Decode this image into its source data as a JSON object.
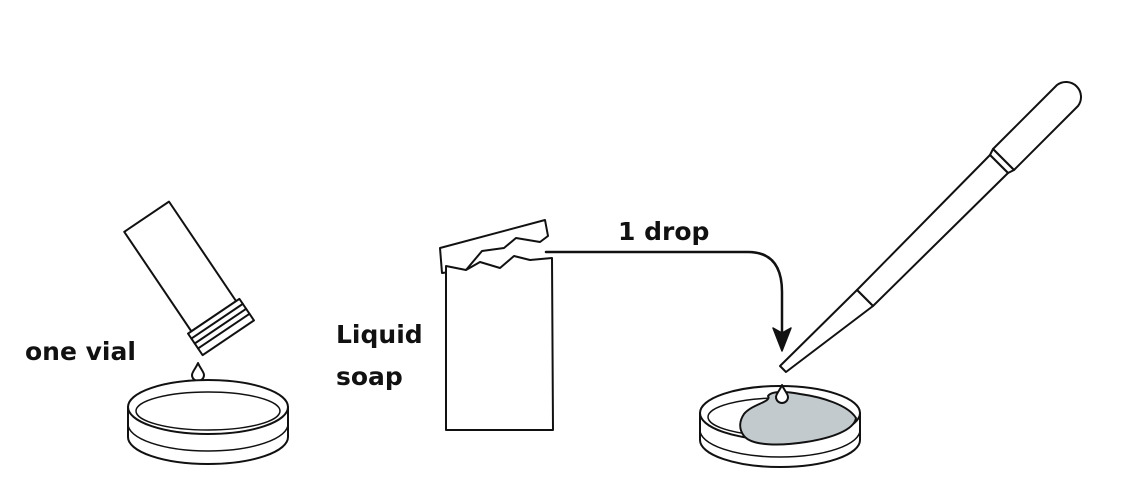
{
  "labels": {
    "vial": "one vial",
    "soap_line1": "Liquid",
    "soap_line2": "soap",
    "arrow": "1 drop"
  },
  "colors": {
    "stroke": "#111111",
    "liquid": "#c3cacd",
    "background": "#ffffff"
  }
}
